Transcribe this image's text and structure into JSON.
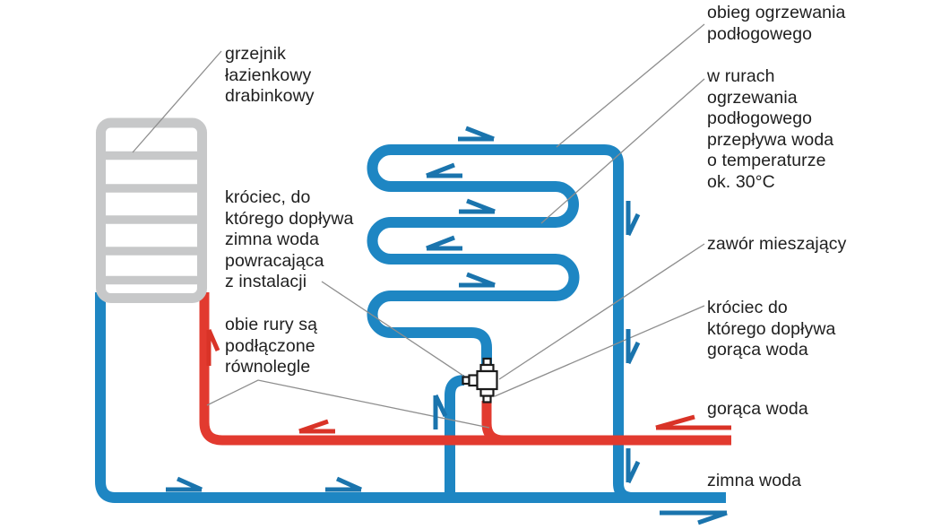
{
  "colors": {
    "pipe_blue": "#1e86c3",
    "arrow_blue": "#1a74ad",
    "pipe_red": "#e23a2f",
    "arrow_red": "#d93327",
    "radiator_gray": "#c7c8c9",
    "leader_gray": "#8e8e8e",
    "valve_outline": "#1a1a1a",
    "text": "#202020",
    "background": "#ffffff"
  },
  "labels": {
    "radiator": "grzejnik\nłazienkowy\ndrabinkowy",
    "cold_return_port": "króciec, do\nktórego dopływa\nzimna woda\npowracająca\nz instalacji",
    "parallel_pipes": "obie rury są\npodłączone\nrównolegle",
    "floor_heating_circuit": "obieg ogrzewania\npodłogowego",
    "pipe_water_temperature": "w rurach\nogrzewania\npodłogowego\nprzepływa woda\no temperaturze\nok. 30°C",
    "mixing_valve": "zawór mieszający",
    "hot_inlet_port": "króciec do\nktórego dopływa\ngorąca woda",
    "hot_water": "gorąca woda",
    "cold_water": "zimna woda"
  }
}
